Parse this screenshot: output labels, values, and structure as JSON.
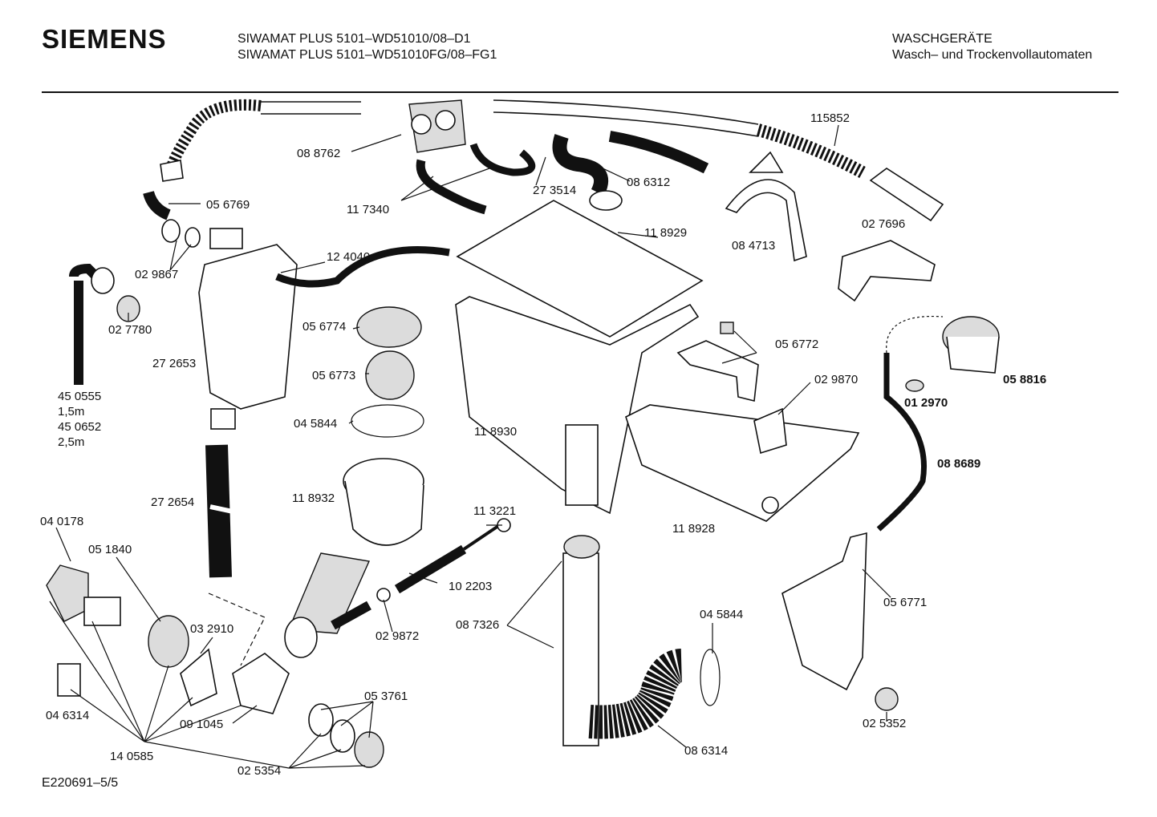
{
  "header": {
    "brand": "SIEMENS",
    "model_line_1": "SIWAMAT PLUS 5101–WD51010/08–D1",
    "model_line_2": "SIWAMAT PLUS 5101–WD51010FG/08–FG1",
    "category_line_1": "WASCHGERÄTE",
    "category_line_2": "Wasch– und Trockenvollautomaten"
  },
  "footer": {
    "doc_id": "E220691–5/5"
  },
  "parts": [
    "115852",
    "08 8762",
    "27 3514",
    "08 6312",
    "11 7340",
    "05 6769",
    "02 7696",
    "08 4713",
    "02 9867",
    "12 4040",
    "11 8929",
    "02 7780",
    "05 6774",
    "05 6772",
    "27 2653",
    "05 6773",
    "02 9870",
    "05 8816",
    "01 2970",
    "04 5844",
    "11 8930",
    "45 0555",
    "1,5m",
    "45 0652",
    "2,5m",
    "08 8689",
    "27 2654",
    "11 8932",
    "11 3221",
    "11 8928",
    "04 0178",
    "05 1840",
    "10 2203",
    "05 6771",
    "08 7326",
    "03 2910",
    "02 9872",
    "04 5844",
    "04 6314",
    "05 3761",
    "09 1045",
    "08 6314",
    "02 5352",
    "14 0585",
    "02 5354"
  ]
}
